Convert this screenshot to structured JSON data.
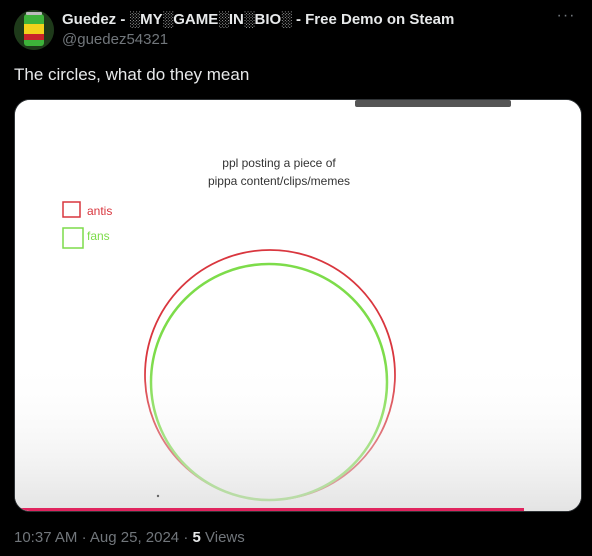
{
  "author": {
    "display_name": "Guedez - ░MY░GAME░IN░BIO░ - Free Demo on Steam",
    "handle": "@guedez54321",
    "avatar_icon": "soda-can-avatar"
  },
  "more_icon": "more-horizontal-icon",
  "tweet": {
    "text": "The circles, what do they mean"
  },
  "media": {
    "title_line1": "ppl posting a piece of",
    "title_line2": "pippa content/clips/memes",
    "legend": [
      {
        "label": "antis",
        "color": "#d9363e"
      },
      {
        "label": "fans",
        "color": "#7ddc4a"
      }
    ],
    "video_progress": 0.9
  },
  "meta": {
    "time": "10:37 AM",
    "separator": "·",
    "date": "Aug 25, 2024",
    "views_count": "5",
    "views_label": "Views"
  }
}
